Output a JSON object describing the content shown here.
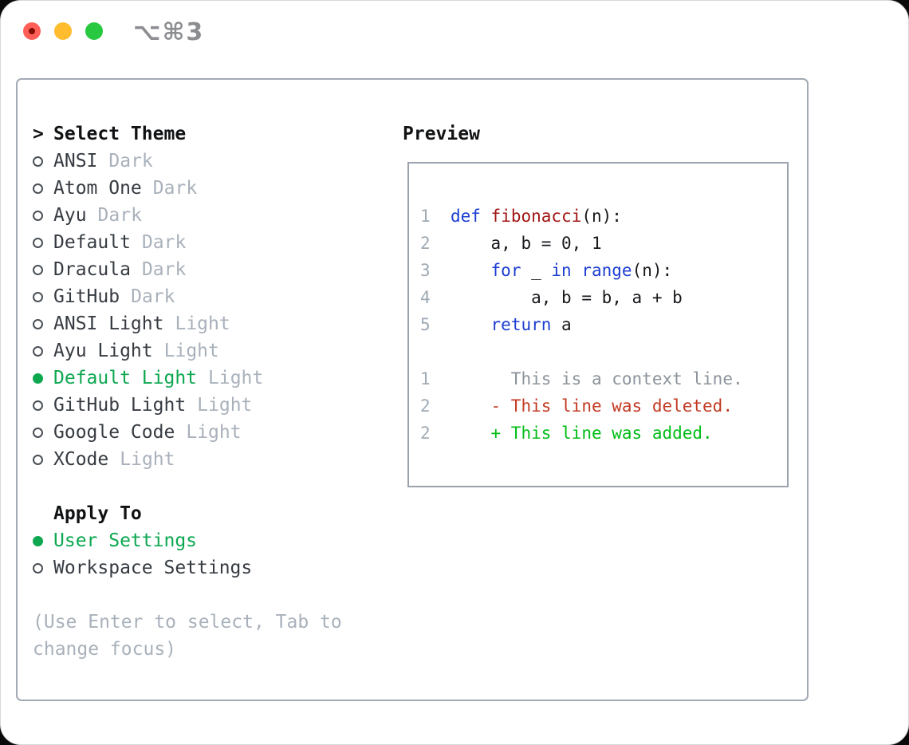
{
  "window": {
    "shortcut_label": "⌥⌘3",
    "traffic_lights": [
      "close",
      "minimize",
      "zoom"
    ]
  },
  "selector": {
    "prompt": ">",
    "title": "Select Theme",
    "themes": [
      {
        "name": "ANSI",
        "variant": "Dark",
        "selected": false
      },
      {
        "name": "Atom One",
        "variant": "Dark",
        "selected": false
      },
      {
        "name": "Ayu",
        "variant": "Dark",
        "selected": false
      },
      {
        "name": "Default",
        "variant": "Dark",
        "selected": false
      },
      {
        "name": "Dracula",
        "variant": "Dark",
        "selected": false
      },
      {
        "name": "GitHub",
        "variant": "Dark",
        "selected": false
      },
      {
        "name": "ANSI Light",
        "variant": "Light",
        "selected": false
      },
      {
        "name": "Ayu Light",
        "variant": "Light",
        "selected": false
      },
      {
        "name": "Default Light",
        "variant": "Light",
        "selected": true
      },
      {
        "name": "GitHub Light",
        "variant": "Light",
        "selected": false
      },
      {
        "name": "Google Code",
        "variant": "Light",
        "selected": false
      },
      {
        "name": "XCode",
        "variant": "Light",
        "selected": false
      }
    ],
    "apply_to": {
      "title": "Apply To",
      "options": [
        {
          "label": "User Settings",
          "selected": true
        },
        {
          "label": "Workspace Settings",
          "selected": false
        }
      ]
    },
    "hint": "(Use Enter to select, Tab to change focus)"
  },
  "preview": {
    "title": "Preview",
    "code_lines": [
      {
        "num": "1",
        "tokens": [
          {
            "t": "def",
            "c": "keyword"
          },
          {
            "t": " "
          },
          {
            "t": "fibonacci",
            "c": "function"
          },
          {
            "t": "(n):"
          }
        ]
      },
      {
        "num": "2",
        "tokens": [
          {
            "t": "    a, b = 0, 1"
          }
        ]
      },
      {
        "num": "3",
        "tokens": [
          {
            "t": "    "
          },
          {
            "t": "for",
            "c": "keyword"
          },
          {
            "t": " _ "
          },
          {
            "t": "in",
            "c": "keyword"
          },
          {
            "t": " "
          },
          {
            "t": "range",
            "c": "keyword"
          },
          {
            "t": "(n):"
          }
        ]
      },
      {
        "num": "4",
        "tokens": [
          {
            "t": "        a, b = b, a + b"
          }
        ]
      },
      {
        "num": "5",
        "tokens": [
          {
            "t": "    "
          },
          {
            "t": "return",
            "c": "keyword"
          },
          {
            "t": " a"
          }
        ]
      }
    ],
    "diff_lines": [
      {
        "num": "1",
        "kind": "context",
        "text": "      This is a context line."
      },
      {
        "num": "2",
        "kind": "deleted",
        "text": "    - This line was deleted."
      },
      {
        "num": "2",
        "kind": "added",
        "text": "    + This line was added."
      }
    ]
  },
  "colors": {
    "accent_green": "#0da750",
    "diff_added": "#00bd16",
    "diff_deleted": "#c23a22",
    "keyword_blue": "#1d3ed2",
    "function_red": "#a31515",
    "muted_gray": "#a9b1bb",
    "line_number_gray": "#9faab4",
    "context_gray": "#8c939b",
    "text_dark": "#363b42",
    "panel_border": "#a2aab4"
  }
}
